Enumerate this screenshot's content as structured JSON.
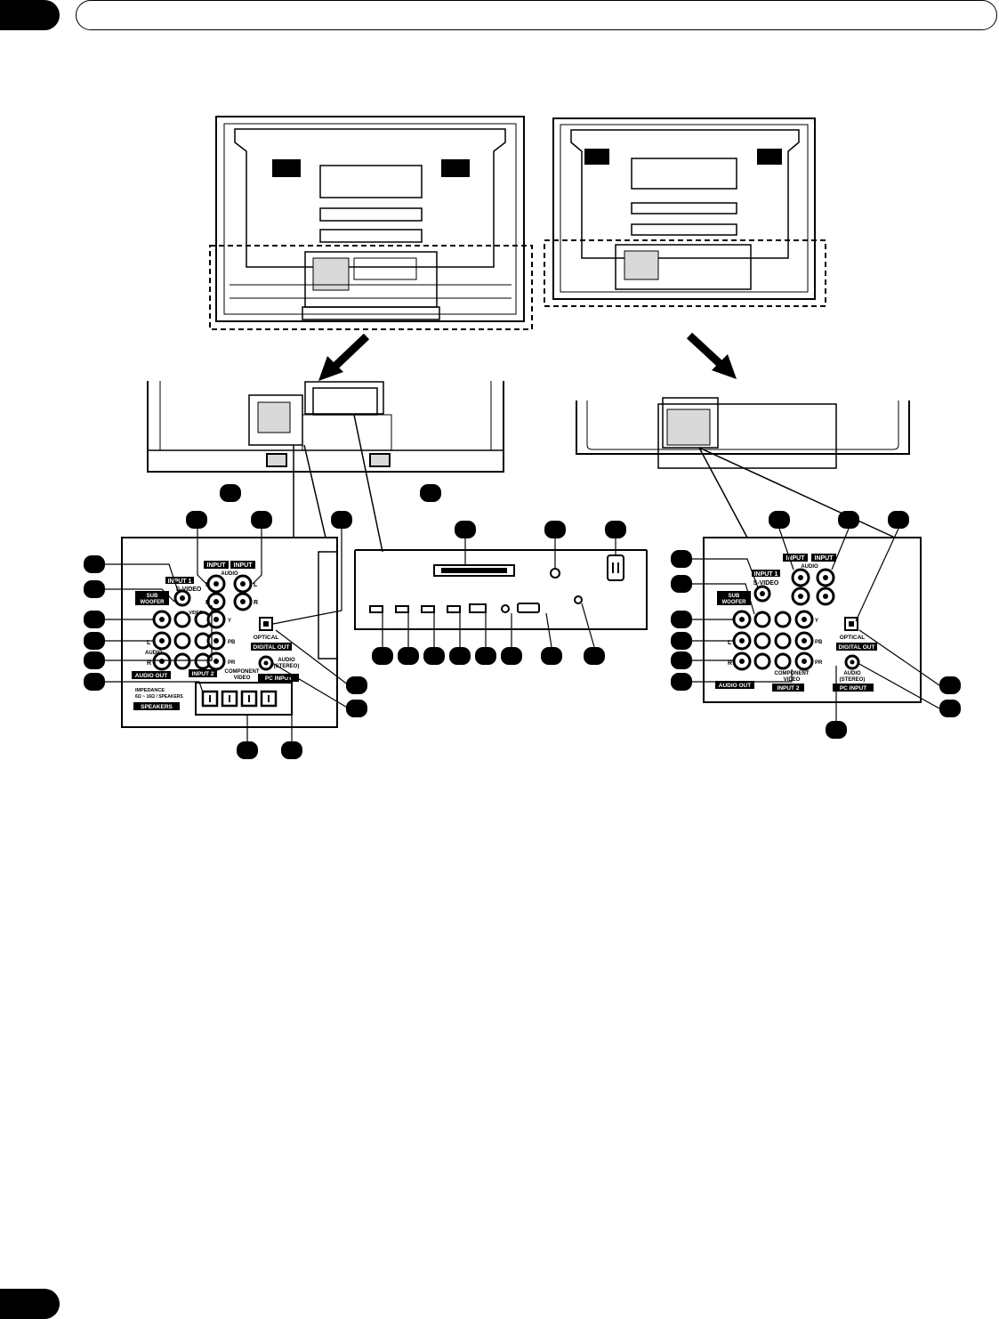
{
  "labels": {
    "input": "INPUT",
    "input1": "INPUT 1",
    "input2": "INPUT 2",
    "s_video": "S-VIDEO",
    "video": "VIDEO",
    "audio": "AUDIO",
    "l": "L",
    "r": "R",
    "sub_woofer_1": "SUB",
    "sub_woofer_2": "WOOFER",
    "audio_out": "AUDIO OUT",
    "optical": "OPTICAL",
    "digital_out": "DIGITAL OUT",
    "audio_stereo_1": "AUDIO",
    "audio_stereo_2": "(STEREO)",
    "pc_input": "PC INPUT",
    "component_video_1": "COMPONENT",
    "component_video_2": "VIDEO",
    "y": "Y",
    "pb": "PB",
    "pr": "PR",
    "impedance": "IMPEDANCE",
    "impedance_value": "6Ω ~ 16Ω / SPEAKERS",
    "speakers": "SPEAKERS"
  },
  "colors": {
    "ink": "#000000",
    "paper": "#ffffff",
    "panel_grey": "#d9d9d9"
  }
}
